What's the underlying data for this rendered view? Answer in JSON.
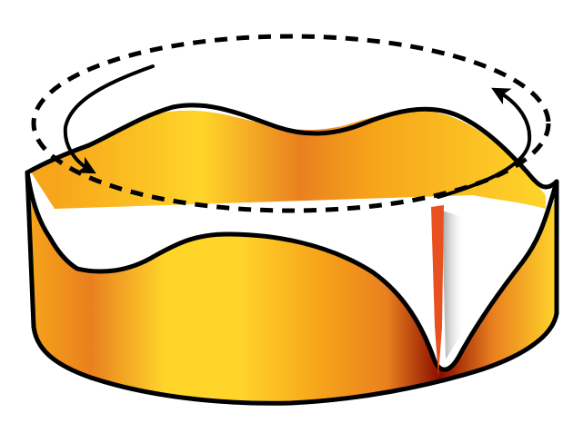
{
  "diagram": {
    "shape": "wavy-ring",
    "colors": {
      "ring_light": "#ffd52a",
      "ring_mid": "#f7a51a",
      "ring_dark": "#e9801f",
      "ring_deep": "#8a0c00",
      "outline": "#000000",
      "marker": "#e8511f",
      "background": "#ffffff"
    },
    "elements": {
      "orbit_path": "dashed-ellipse",
      "rotation": "counter-clockwise",
      "arrow_count": 2,
      "marker": "vertical-slit"
    }
  }
}
